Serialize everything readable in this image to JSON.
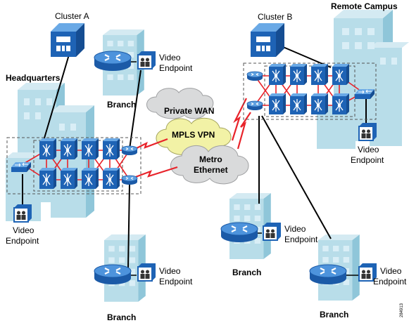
{
  "labels": {
    "cluster_a": "Cluster A",
    "cluster_b": "Cluster B",
    "headquarters": "Headquarters",
    "remote_campus": "Remote Campus",
    "branch": "Branch",
    "video": "Video",
    "endpoint": "Endpoint",
    "private_wan": "Private WAN",
    "mpls_vpn": "MPLS VPN",
    "metro": "Metro",
    "ethernet": "Ethernet",
    "figure_id": "284913"
  },
  "colors": {
    "building": "#b8dde9",
    "building_dark": "#8fc6d9",
    "device": "#1e63b5",
    "device_light": "#5d9fe0",
    "cloud_yellow": "#f2f2a6",
    "cloud_gray": "#d9dadb",
    "wan_link": "#e8232a",
    "mesh_link": "#e8232a",
    "line": "#000000"
  }
}
